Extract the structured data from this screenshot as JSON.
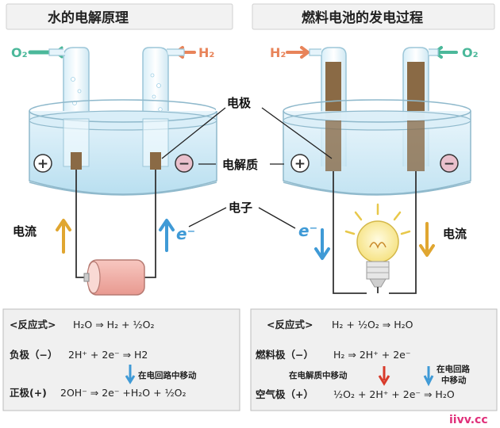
{
  "left": {
    "title": "水的电解原理",
    "gas_left": "O₂",
    "gas_right": "H₂",
    "current_label": "电流",
    "electron_label": "e⁻",
    "plus": "+",
    "minus": "−"
  },
  "right": {
    "title": "燃料电池的发电过程",
    "gas_left": "H₂",
    "gas_right": "O₂",
    "current_label": "电流",
    "electron_label": "e⁻",
    "plus": "+",
    "minus": "−"
  },
  "center": {
    "electrode": "电极",
    "electrolyte": "电解质",
    "electron": "电子"
  },
  "eq_left": {
    "reaction_label": "<反应式>",
    "reaction": "H₂O ⇒ H₂ + ½O₂",
    "anode_label": "负极（−）",
    "anode_eq": "2H⁺ + 2e⁻ ⇒ H2",
    "move_note": "在电回路中移动",
    "cathode_label": "正极(+)",
    "cathode_eq": "2OH⁻ ⇒ 2e⁻ +H₂O + ½O₂"
  },
  "eq_right": {
    "reaction_label": "<反应式>",
    "reaction": "H₂ + ½O₂ ⇒ H₂O",
    "fuel_label": "燃料极（−）",
    "fuel_eq": "H₂ ⇒ 2H⁺ + 2e⁻",
    "electrolyte_note": "在电解质中移动",
    "circuit_note_1": "在电回路",
    "circuit_note_2": "中移动",
    "air_label": "空气极（+）",
    "air_eq": "½O₂ + 2H⁺ + 2e⁻ ⇒ H₂O"
  },
  "watermark": "iivv.cc",
  "colors": {
    "o2_arrow": "#4bb89a",
    "h2_arrow": "#e8845a",
    "current_arrow": "#e0a630",
    "electron_arrow": "#3f9ad6",
    "water": "#cfe9f5",
    "electrode": "#8a6a45",
    "watermark": "#e0307a"
  }
}
